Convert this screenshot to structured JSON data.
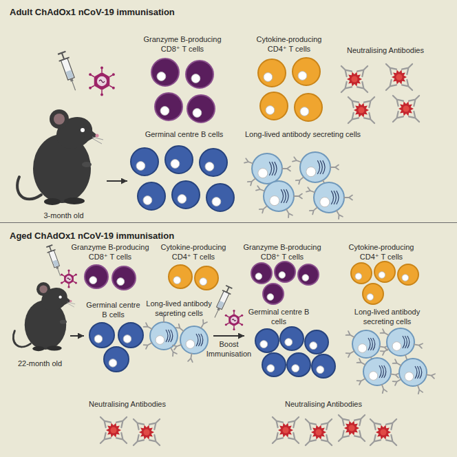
{
  "diagram": {
    "nodes": [
      {
        "text": [
          "Adult ChAdOx1 nCoV-19 immunisation"
        ]
      },
      {
        "text": [
          "3-month old"
        ],
        "in": 0
      },
      {
        "text": [
          "Granzyme B-producing CD8⁺ T cells"
        ],
        "in": 0
      },
      {
        "text": [
          "Cytokine-producing CD4⁺ T cells"
        ],
        "in": 0
      },
      {
        "text": [
          "Neutralising Antibodies"
        ],
        "in": 0
      },
      {
        "text": [
          "Germinal centre B cells"
        ],
        "in": 0
      },
      {
        "text": [
          "Long-lived antibody secreting cells"
        ],
        "in": 0
      },
      {
        "text": [
          "Aged ChAdOx1 nCoV-19 immunisation"
        ]
      },
      {
        "text": [
          "22-month old"
        ],
        "in": 7
      },
      {
        "text": [
          "Granzyme B-producing CD8⁺ T cells"
        ],
        "in": 7
      },
      {
        "text": [
          "Cytokine-producing CD4⁺ T cells"
        ],
        "in": 7
      },
      {
        "text": [
          "Germinal centre B cells"
        ],
        "in": 7
      },
      {
        "text": [
          "Long-lived antibody secreting cells"
        ],
        "in": 7
      },
      {
        "text": [
          "Neutralising Antibodies"
        ],
        "in": 7
      },
      {
        "text": [
          "Granzyme B-producing CD8⁺ T cells"
        ],
        "in": 7
      },
      {
        "text": [
          "Cytokine-producing CD4⁺ T cells"
        ],
        "in": 7
      },
      {
        "text": [
          "Germinal centre B cells"
        ],
        "in": 7
      },
      {
        "text": [
          "Long-lived antibody secreting cells"
        ],
        "in": 7
      },
      {
        "text": [
          "Neutralising Antibodies"
        ],
        "in": 7
      }
    ],
    "edges": [
      {
        "from": 1,
        "to": 5,
        "arrow": "to"
      },
      {
        "from": 8,
        "to": 11,
        "arrow": "to"
      },
      {
        "from": 12,
        "to": 16,
        "label": "Boost Immunisation",
        "arrow": "to"
      }
    ]
  }
}
